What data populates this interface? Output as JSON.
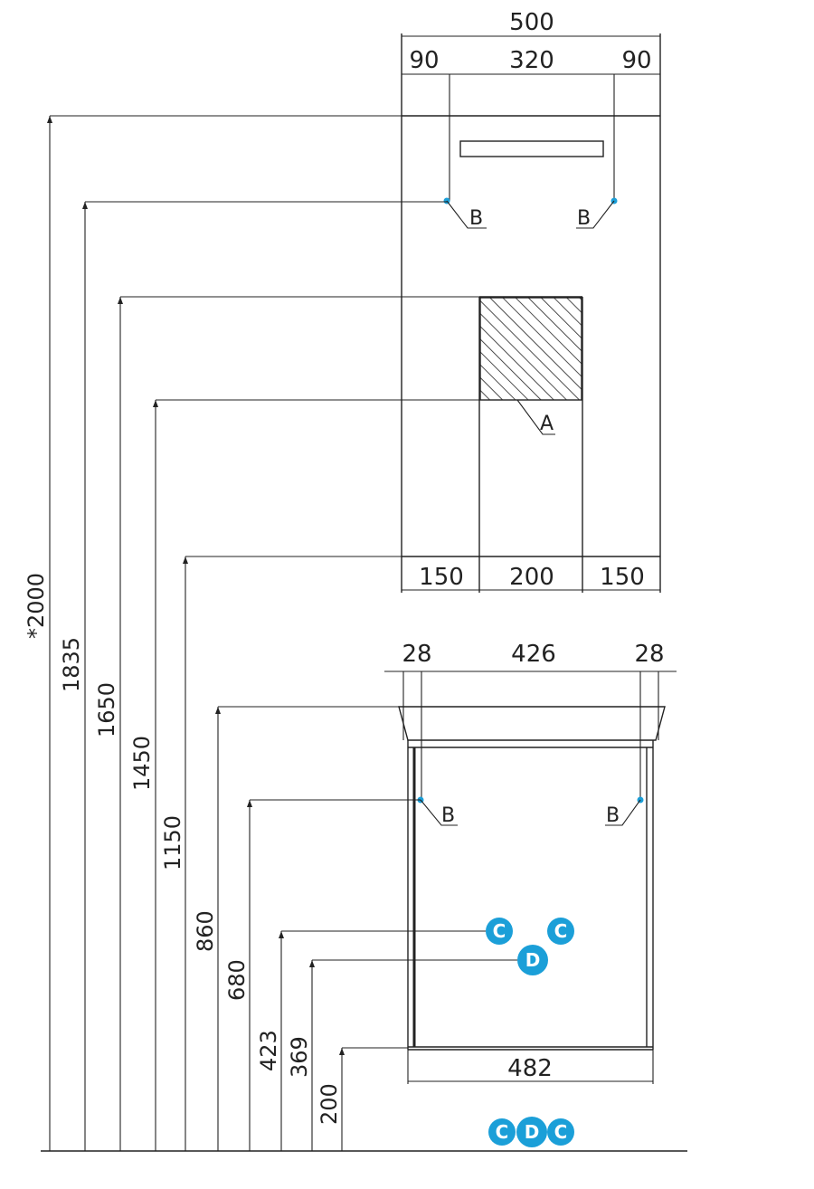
{
  "colors": {
    "line": "#222222",
    "marker": "#1b9fd8"
  },
  "top_dims": {
    "overall": "500",
    "left": "90",
    "middle": "320",
    "right": "90"
  },
  "bottom_dims_upper": {
    "left": "150",
    "middle": "200",
    "right": "150"
  },
  "cabinet_dims": {
    "left": "28",
    "middle": "426",
    "right": "28",
    "base_width": "482"
  },
  "heights": [
    {
      "id": "h2000",
      "label": "*2000"
    },
    {
      "id": "h1835",
      "label": "1835"
    },
    {
      "id": "h1650",
      "label": "1650"
    },
    {
      "id": "h1450",
      "label": "1450"
    },
    {
      "id": "h1150",
      "label": "1150"
    },
    {
      "id": "h860",
      "label": "860"
    },
    {
      "id": "h680",
      "label": "680"
    },
    {
      "id": "h423",
      "label": "423"
    },
    {
      "id": "h369",
      "label": "369"
    },
    {
      "id": "h200",
      "label": "200"
    }
  ],
  "callouts": {
    "a": "A",
    "b": "B",
    "c": "C",
    "d": "D"
  }
}
